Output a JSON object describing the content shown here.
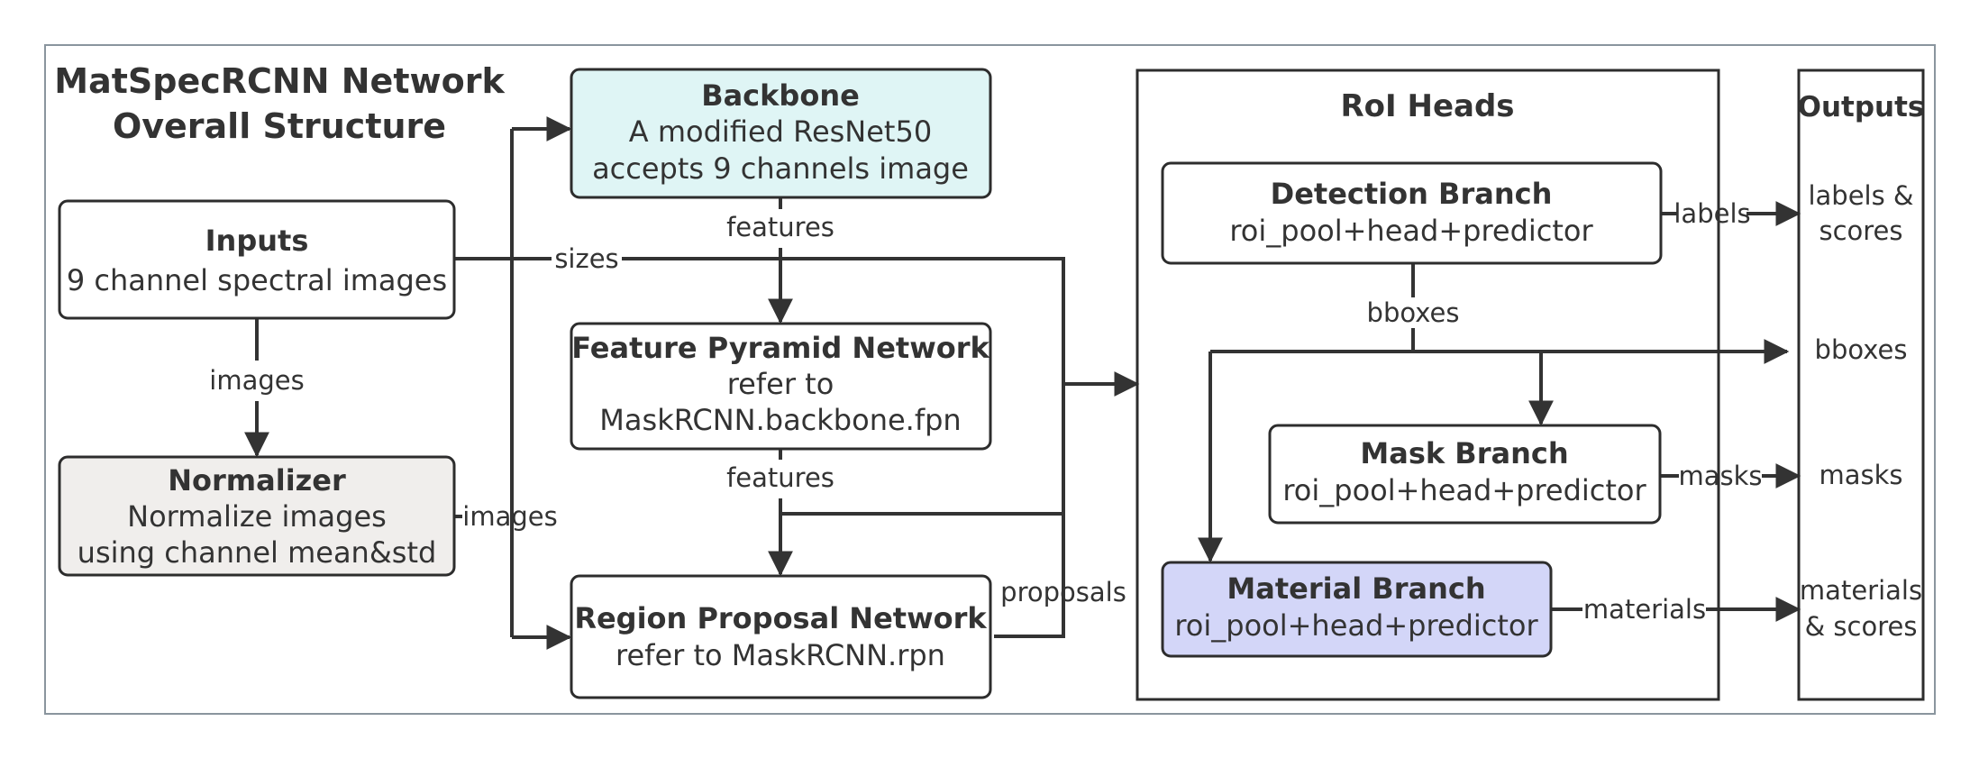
{
  "title": {
    "line1": "MatSpecRCNN Network",
    "line2": "Overall Structure"
  },
  "colors": {
    "backbone_fill": "#dff5f5",
    "normalizer_fill": "#f0eeec",
    "material_fill": "#d3d6f8",
    "line": "#333333"
  },
  "inputs": {
    "title": "Inputs",
    "line1": "9 channel spectral images"
  },
  "normalizer": {
    "title": "Normalizer",
    "line1": "Normalize images",
    "line2": "using channel mean&std"
  },
  "backbone": {
    "title": "Backbone",
    "line1": "A modified ResNet50",
    "line2": "accepts 9 channels image"
  },
  "fpn": {
    "title": "Feature Pyramid Network",
    "line1": "refer to",
    "line2": "MaskRCNN.backbone.fpn"
  },
  "rpn": {
    "title": "Region Proposal Network",
    "line1": "refer to MaskRCNN.rpn"
  },
  "roi_heads": {
    "title": "RoI Heads",
    "detection": {
      "title": "Detection Branch",
      "line1": "roi_pool+head+predictor"
    },
    "mask": {
      "title": "Mask Branch",
      "line1": "roi_pool+head+predictor"
    },
    "material": {
      "title": "Material Branch",
      "line1": "roi_pool+head+predictor"
    }
  },
  "outputs": {
    "title": "Outputs",
    "labels": [
      "labels &",
      "scores"
    ],
    "bboxes": "bboxes",
    "masks": "masks",
    "materials": [
      "materials",
      "& scores"
    ]
  },
  "edges": {
    "images_down": "images",
    "images_side": "images",
    "sizes": "sizes",
    "features_top": "features",
    "features_bottom": "features",
    "proposals": "proposals",
    "bboxes": "bboxes",
    "labels": "labels",
    "masks": "masks",
    "materials": "materials"
  }
}
